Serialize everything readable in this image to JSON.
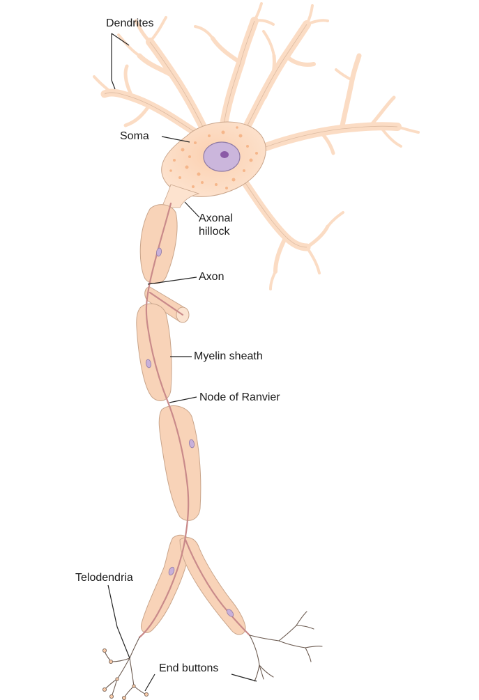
{
  "labels": {
    "dendrites": "Dendrites",
    "soma": "Soma",
    "axonal_hillock_line1": "Axonal",
    "axonal_hillock_line2": "hillock",
    "axon": "Axon",
    "myelin_sheath": "Myelin sheath",
    "node_of_ranvier": "Node of Ranvier",
    "telodendria": "Telodendria",
    "end_buttons": "End buttons"
  },
  "colors": {
    "cell_fill": "#fbdcc4",
    "cell_stroke": "#c9a58b",
    "granule": "#f5b68a",
    "nucleus": "#cbb6dc",
    "nucleolus": "#8a5aa6",
    "myelin_fill": "#f8d3b8",
    "axon_line": "#c98a8a",
    "leader": "#222222"
  }
}
